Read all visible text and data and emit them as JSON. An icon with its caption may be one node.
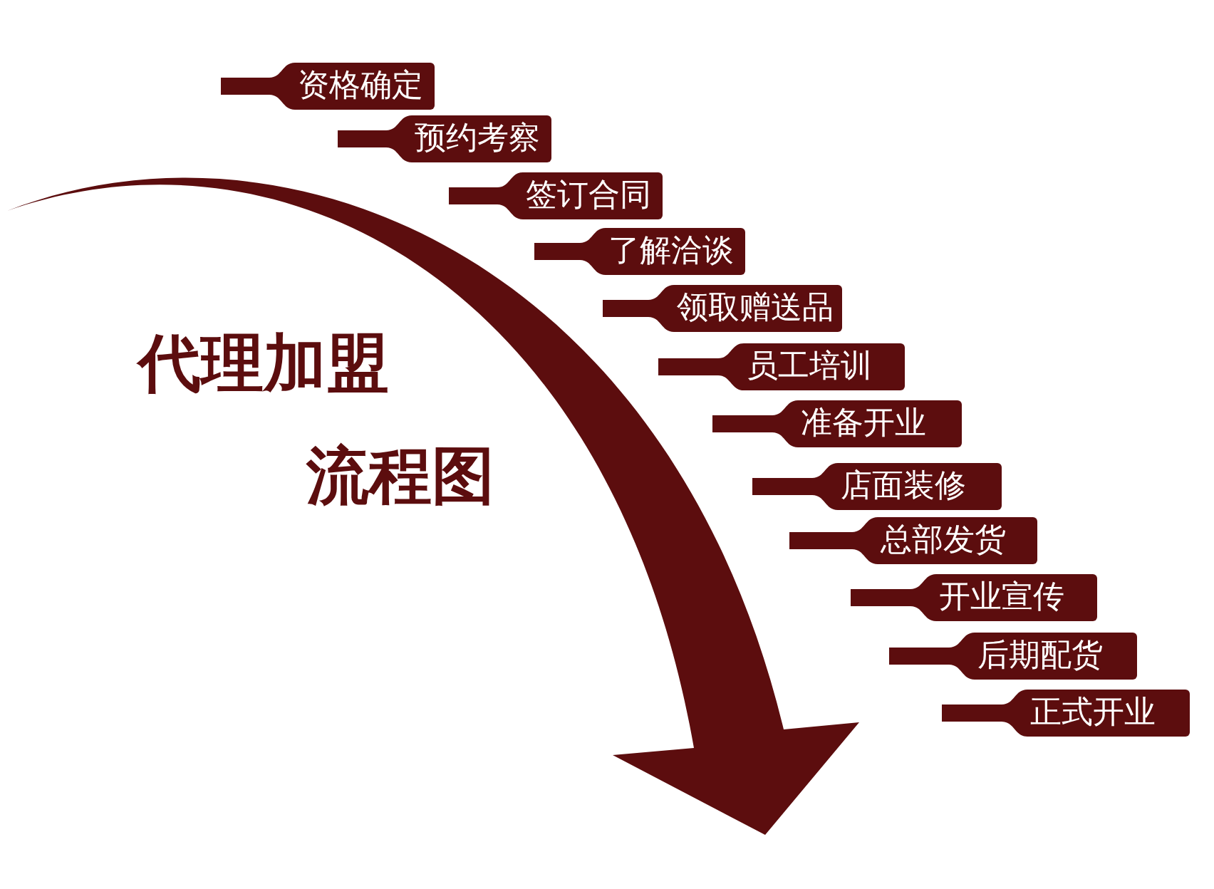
{
  "diagram": {
    "nodes": [
      {
        "text": [
          "资格确定"
        ]
      },
      {
        "text": [
          "预约考察"
        ]
      },
      {
        "text": [
          "签订合同"
        ]
      },
      {
        "text": [
          "了解洽谈"
        ]
      },
      {
        "text": [
          "领取赠送品"
        ]
      },
      {
        "text": [
          "员工培训"
        ]
      },
      {
        "text": [
          "准备开业"
        ]
      },
      {
        "text": [
          "店面装修"
        ]
      },
      {
        "text": [
          "总部发货"
        ]
      },
      {
        "text": [
          "开业宣传"
        ]
      },
      {
        "text": [
          "后期配货"
        ]
      },
      {
        "text": [
          "正式开业"
        ]
      }
    ],
    "labels": [
      "代理加盟",
      "流程图"
    ]
  }
}
